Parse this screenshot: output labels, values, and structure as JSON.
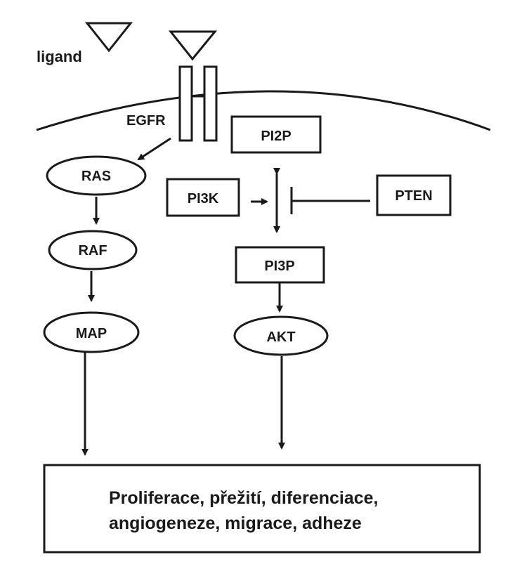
{
  "labels": {
    "ligand": "ligand",
    "egfr": "EGFR",
    "ras": "RAS",
    "raf": "RAF",
    "map": "MAP",
    "pi2p": "PI2P",
    "pi3k": "PI3K",
    "pten": "PTEN",
    "pi3p": "PI3P",
    "akt": "AKT"
  },
  "outcome": {
    "line1": "Proliferace, přežití, diferenciace,",
    "line2": "angiogeneze, migrace, adheze"
  },
  "colors": {
    "ink": "#1a1a1a",
    "background": "#ffffff"
  }
}
